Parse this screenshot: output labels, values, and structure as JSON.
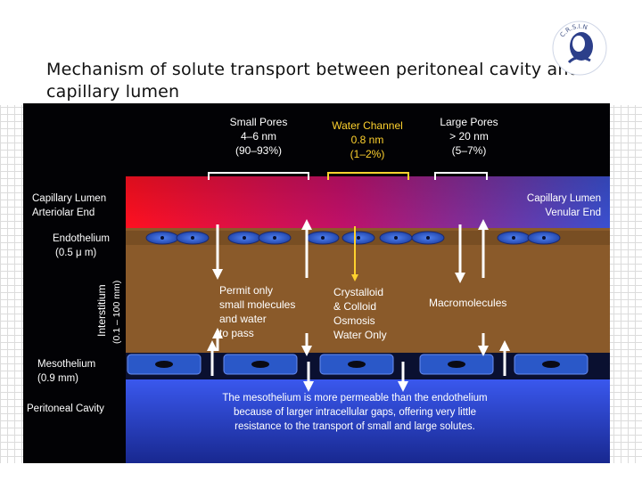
{
  "slide": {
    "title": "Mechanism of solute transport between peritoneal cavity and capillary lumen"
  },
  "logo": {
    "text": "C.R.S.I.N"
  },
  "pore_headers": [
    {
      "name": "Small Pores",
      "size": "4–6 nm",
      "fraction": "(90–93%)",
      "color": "#ffffff"
    },
    {
      "name": "Water Channel",
      "size": "0.8 nm",
      "fraction": "(1–2%)",
      "color": "#ffd22e"
    },
    {
      "name": "Large Pores",
      "size": "> 20 nm",
      "fraction": "(5–7%)",
      "color": "#ffffff"
    }
  ],
  "left_labels": {
    "capillary_lumen": "Capillary Lumen",
    "arteriolar_end": "Arteriolar End",
    "endothelium": "Endothelium",
    "endothelium_size": "(0.5 μ m)",
    "interstitium": "Interstitium",
    "interstitium_size": "(0.1 – 100 mm)",
    "mesothelium": "Mesothelium",
    "mesothelium_size": "(0.9 mm)",
    "peritoneal_cavity": "Peritoneal Cavity"
  },
  "right_labels": {
    "capillary_lumen": "Capillary Lumen",
    "venular_end": "Venular End"
  },
  "interstitium_text": {
    "small_pores": [
      "Permit only",
      "small molecules",
      "and water",
      "to pass"
    ],
    "water_channel": [
      "Crystalloid",
      "& Colloid",
      "Osmosis",
      "Water Only"
    ],
    "large_pores": [
      "Macromolecules"
    ]
  },
  "peritoneal_text": [
    "The mesothelium is more permeable than the endothelium",
    "because of larger intracellular gaps, offering very little",
    "resistance to the transport of small and large solutes."
  ],
  "colors": {
    "lumen_left": "#ff1020",
    "lumen_right": "#3a50d0",
    "interstitium": "#8a5a2a",
    "peritoneal_top": "#3048e0",
    "peritoneal_bottom": "#1a2a90",
    "cell_fill": "#2a58c8"
  }
}
